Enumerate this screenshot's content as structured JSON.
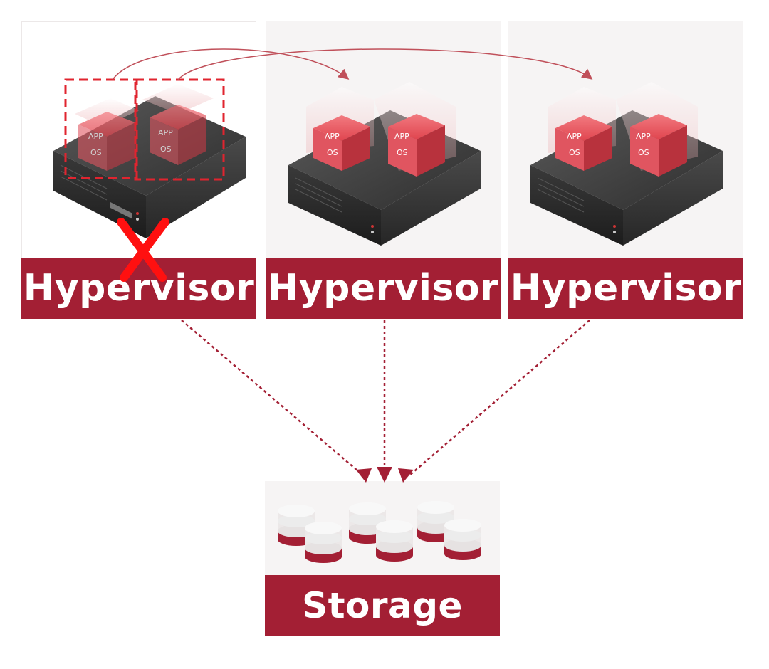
{
  "hosts": [
    {
      "label": "Hypervisor",
      "status": "failed",
      "vms": [
        {
          "app": "APP",
          "os": "OS"
        },
        {
          "app": "APP",
          "os": "OS"
        }
      ]
    },
    {
      "label": "Hypervisor",
      "status": "ok",
      "vms": [
        {
          "app": "APP",
          "os": "OS"
        },
        {
          "app": "APP",
          "os": "OS"
        }
      ]
    },
    {
      "label": "Hypervisor",
      "status": "ok",
      "vms": [
        {
          "app": "APP",
          "os": "OS"
        },
        {
          "app": "APP",
          "os": "OS"
        }
      ]
    }
  ],
  "storage": {
    "label": "Storage",
    "disk_count": 6
  },
  "colors": {
    "brand": "#a31f34",
    "failure": "#ff1010",
    "panel": "#f6f4f4",
    "vm": "#e0454f"
  },
  "icons": [
    "server-icon",
    "vm-icon",
    "failure-x-icon",
    "database-icon",
    "migration-arrow",
    "storage-link-arrow"
  ]
}
